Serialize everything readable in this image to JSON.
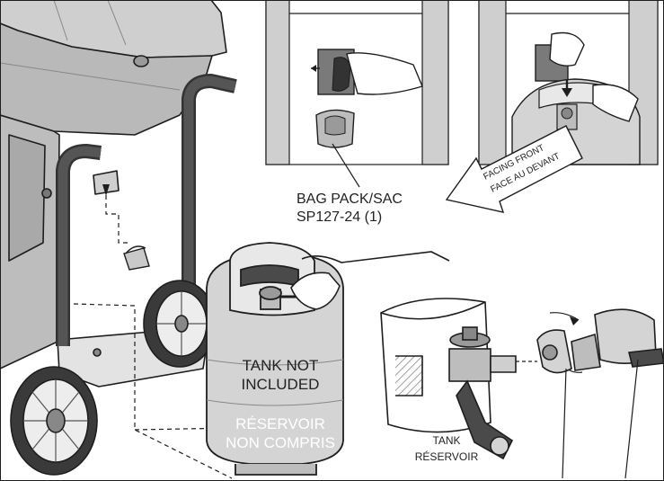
{
  "labels": {
    "bag_pack_line1": "BAG PACK/SAC",
    "bag_pack_line2": "SP127-24 (1)",
    "facing_front_line1": "FACING FRONT",
    "facing_front_line2": "FACE AU DEVANT",
    "tank_not_line1": "TANK NOT",
    "tank_not_line2": "INCLUDED",
    "reservoir_line1": "RÉSERVOIR",
    "reservoir_line2": "NON COMPRIS",
    "tank_line1": "TANK",
    "tank_line2": "RÉSERVOIR"
  },
  "colors": {
    "tube_dark": "#4a4a4a",
    "grill_gray": "#b9b9b9",
    "tank_gray": "#d4d4d4",
    "outline": "#1e1e1e"
  }
}
